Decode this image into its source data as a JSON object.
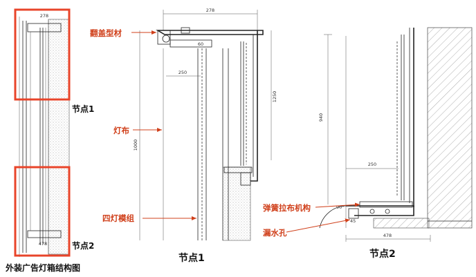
{
  "caption": "外装广告灯箱结构图",
  "node1_title": "节点1",
  "node2_title": "节点2",
  "overview_labels": {
    "node1": "节点1",
    "node2": "节点2"
  },
  "callouts": {
    "flip_cover": "翻盖型材",
    "light_cloth": "灯布",
    "led_module": "四灯模组",
    "spring_tension": "弹簧拉布机构",
    "drain_hole": "漏水孔"
  },
  "dimensions": {
    "node1_width": "278",
    "node1_250": "250",
    "node1_height": "1250",
    "node1_small": "60",
    "node2_940": "940",
    "node2_250": "250",
    "node2_478": "478",
    "node2_angle": "90°",
    "overview_478": "478"
  },
  "colors": {
    "callout_red": "#d0401b",
    "highlight_red": "#e8442a",
    "line": "#222222"
  }
}
